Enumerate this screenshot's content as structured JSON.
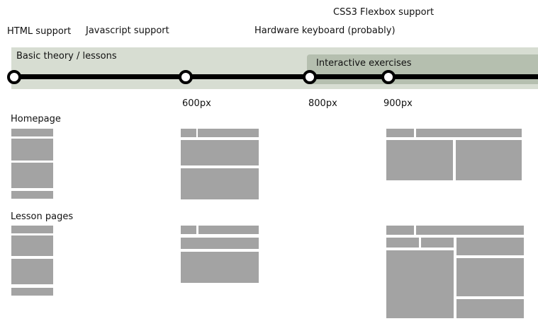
{
  "features": {
    "html": "HTML support",
    "javascript": "Javascript support",
    "keyboard": "Hardware keyboard (probably)",
    "flexbox": "CSS3 Flexbox support"
  },
  "bands": {
    "theory": "Basic theory / lessons",
    "exercises": "Interactive exercises"
  },
  "breakpoints": [
    "600px",
    "800px",
    "900px"
  ],
  "rows": {
    "homepage": "Homepage",
    "lessons": "Lesson pages"
  },
  "colors": {
    "theory_band": "#d7ddd2",
    "exercises_band": "#b5bfaf",
    "block": "#a3a3a3",
    "track": "#000000"
  }
}
